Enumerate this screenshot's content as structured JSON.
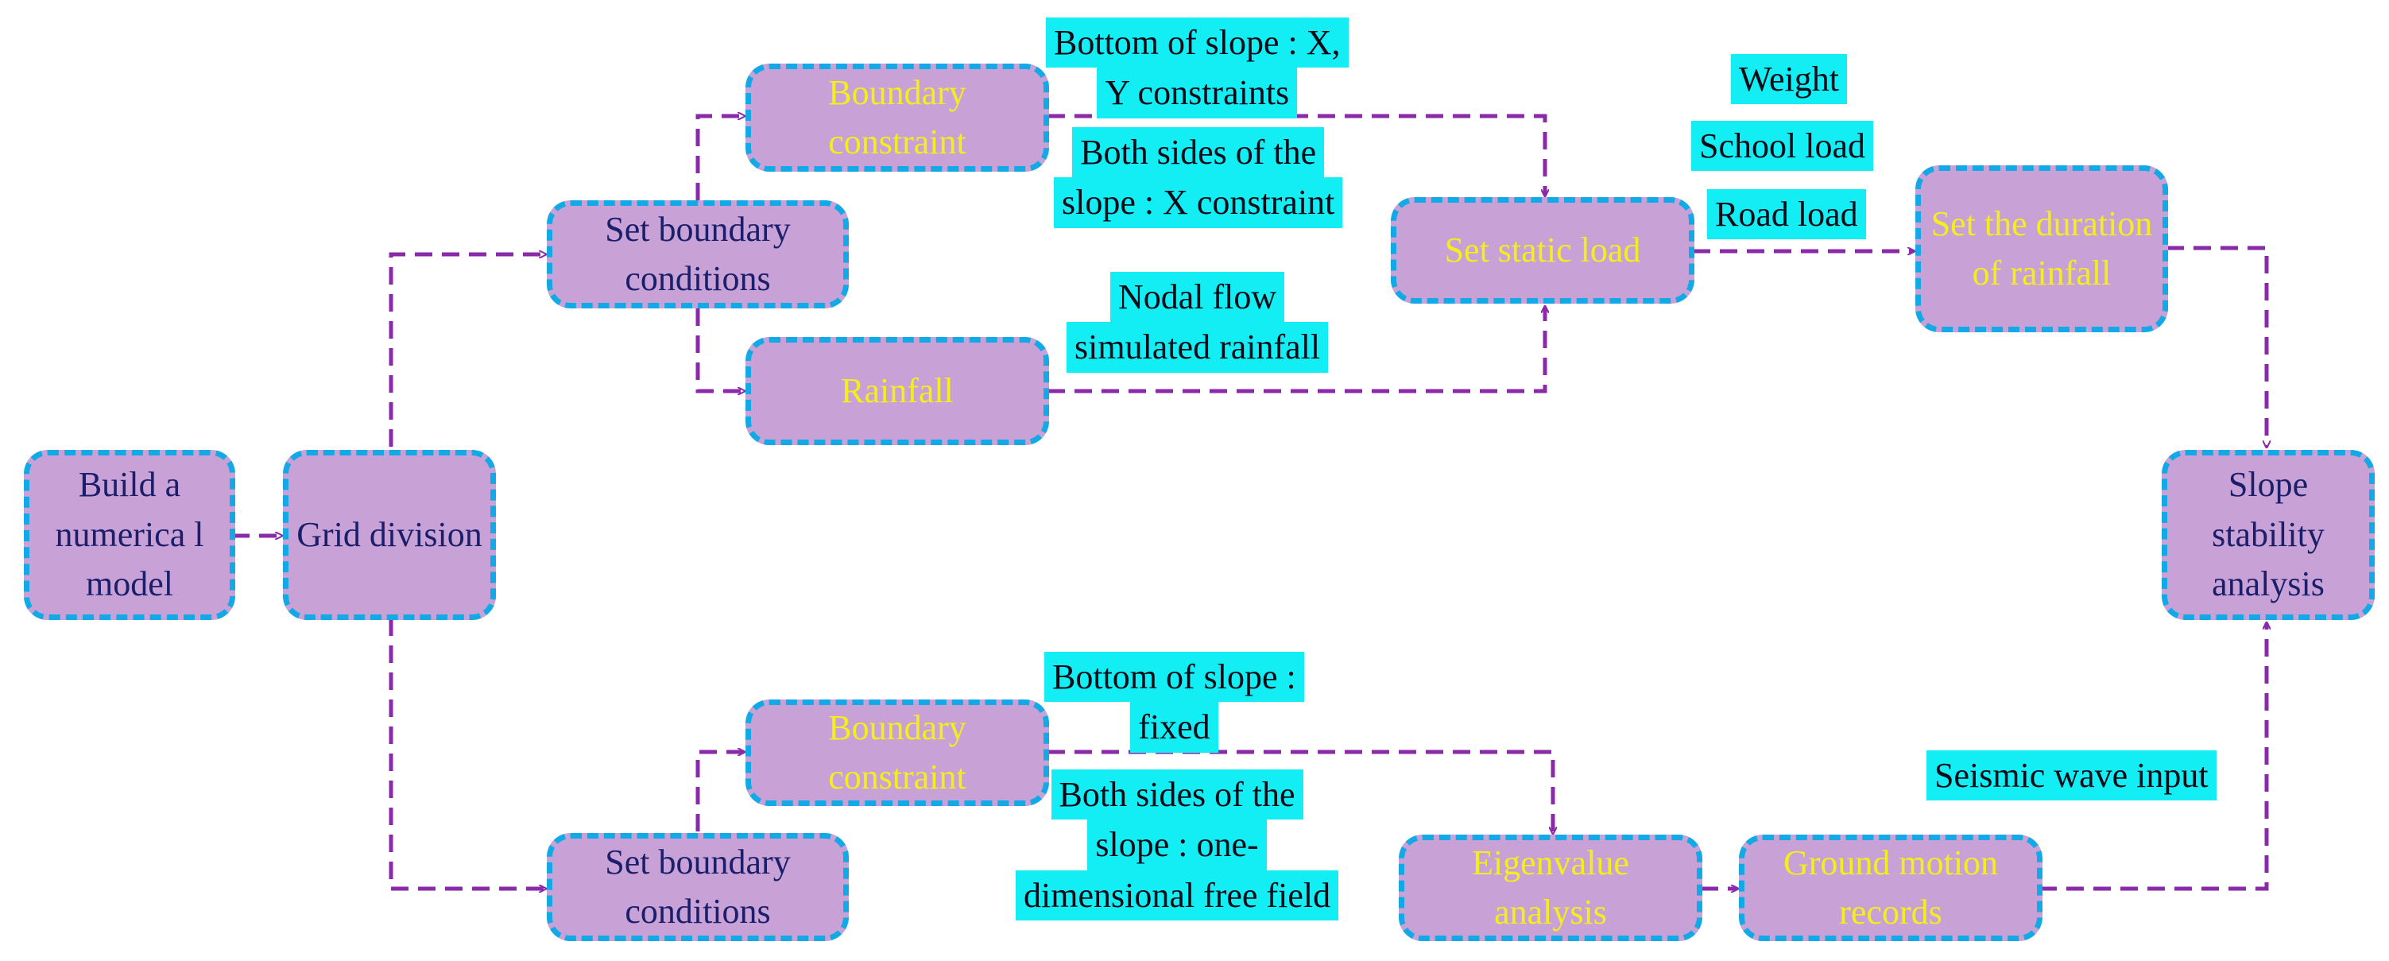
{
  "colors": {
    "node_fill": "#c8a2d6",
    "node_border": "#12a9e6",
    "arrow": "#8a2aa8",
    "label_bg": "#12eef3",
    "text_dark": "#1b1f6b",
    "text_yellow": "#f4ee1a"
  },
  "nodes": {
    "build_model": "Build a numerica l model",
    "grid_division": "Grid division",
    "set_boundary_top": "Set boundary conditions",
    "boundary_constraint_top": "Boundary constraint",
    "rainfall": "Rainfall",
    "set_static_load": "Set static load",
    "set_duration_rainfall": "Set the duration of rainfall",
    "slope_stability": "Slope stability analysis",
    "set_boundary_bottom": "Set boundary conditions",
    "boundary_constraint_bottom": "Boundary constraint",
    "eigenvalue_analysis": "Eigenvalue analysis",
    "ground_motion_records": "Ground motion records"
  },
  "labels": {
    "bottom_xy": [
      "Bottom of slope : X,",
      "Y constraints"
    ],
    "sides_x": [
      "Both sides of the",
      "slope : X constraint"
    ],
    "nodal_flow": [
      "Nodal flow",
      "simulated rainfall"
    ],
    "weight": "Weight",
    "school_load": "School load",
    "road_load": "Road load",
    "bottom_fixed": [
      "Bottom of slope :",
      "fixed"
    ],
    "sides_free": [
      "Both sides of the",
      "slope : one-",
      "dimensional free field"
    ],
    "seismic_input": "Seismic wave input"
  }
}
